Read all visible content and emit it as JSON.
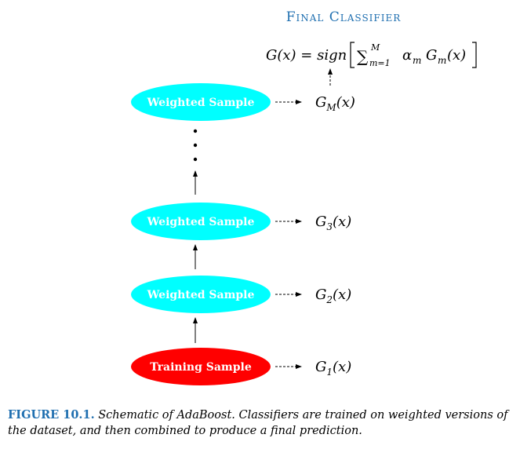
{
  "title": "Final Classifier",
  "final_formula": {
    "lhs": "G(x) = sign",
    "sum": "∑",
    "sum_upper": "M",
    "sum_lower": "m=1",
    "term": "α",
    "term_sub": "m",
    "term_g": "G",
    "term_g_sub": "m",
    "term_arg": "(x)"
  },
  "nodes": [
    {
      "label": "Weighted Sample",
      "color": "#00ffff",
      "classifier": "G",
      "sub": "M"
    },
    {
      "label": "Weighted Sample",
      "color": "#00ffff",
      "classifier": "G",
      "sub": "3"
    },
    {
      "label": "Weighted Sample",
      "color": "#00ffff",
      "classifier": "G",
      "sub": "2"
    },
    {
      "label": "Training Sample",
      "color": "#ff0000",
      "classifier": "G",
      "sub": "1"
    }
  ],
  "classifier_arg": "(x)",
  "caption": {
    "label": "FIGURE 10.1.",
    "text": "Schematic of AdaBoost. Classifiers are trained on weighted versions of the dataset, and then combined to produce a final prediction."
  },
  "colors": {
    "caption_label": "#1f6fb0",
    "title": "#1f6fb0",
    "weighted": "#00ffff",
    "training": "#ff0000"
  }
}
